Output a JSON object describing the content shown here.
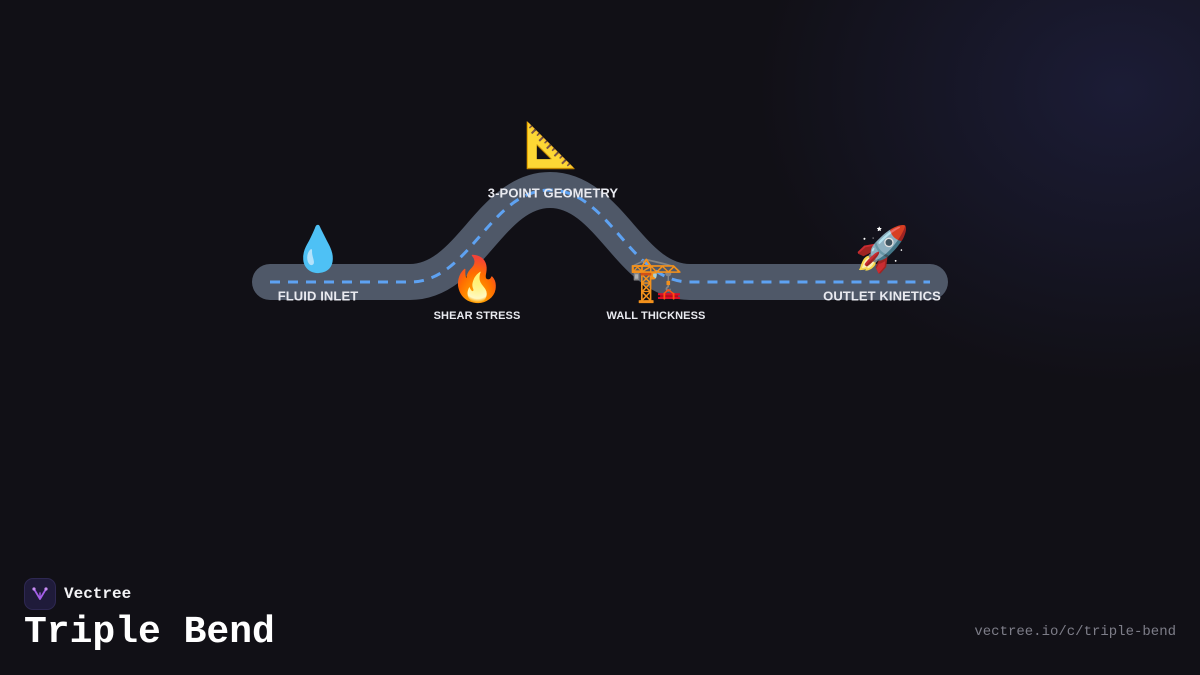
{
  "diagram": {
    "colors": {
      "road": "#4f5868",
      "dash": "#5ea2f2",
      "label": "#e9eaf0",
      "background": "#111016"
    },
    "nodes": [
      {
        "id": "fluid-inlet",
        "icon": "droplet-icon",
        "glyph": "💧",
        "label": "FLUID INLET"
      },
      {
        "id": "shear-stress",
        "icon": "fire-icon",
        "glyph": "🔥",
        "label": "SHEAR STRESS"
      },
      {
        "id": "3-point-geometry",
        "icon": "triangular-ruler-icon",
        "glyph": "📐",
        "label": "3-POINT GEOMETRY"
      },
      {
        "id": "wall-thickness",
        "icon": "crane-icon",
        "glyph": "🏗️",
        "label": "WALL THICKNESS"
      },
      {
        "id": "outlet-kinetics",
        "icon": "rocket-icon",
        "glyph": "🚀",
        "label": "OUTLET KINETICS"
      }
    ]
  },
  "brand": {
    "name": "Vectree",
    "logo_icon": "vectree-logo-icon",
    "accent": "#a35ee8"
  },
  "page": {
    "title": "Triple Bend",
    "url": "vectree.io/c/triple-bend"
  }
}
